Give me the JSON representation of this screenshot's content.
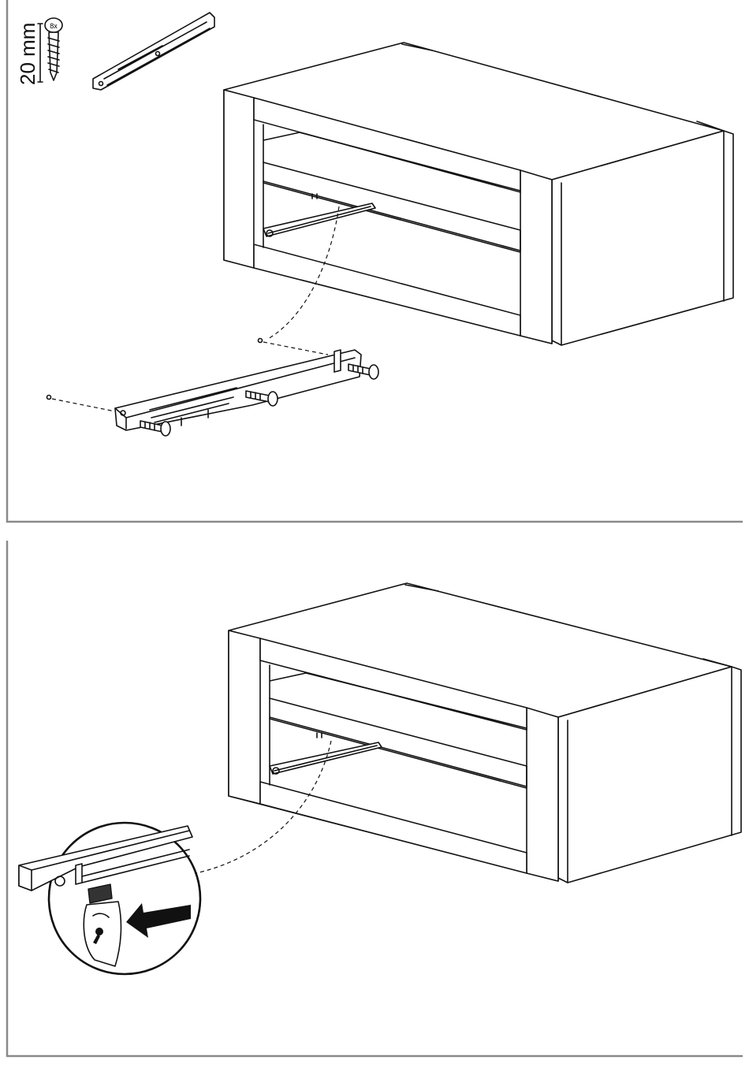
{
  "screw_spec": {
    "length_label": "20 mm",
    "quantity": "8x"
  },
  "steps": [
    {
      "id": "attach-slide",
      "parts": [
        "drawer-slide",
        "screw",
        "screw",
        "screw"
      ]
    },
    {
      "id": "release-slide",
      "parts": [
        "drawer-slide-detail",
        "release-lever",
        "push-arrow"
      ]
    }
  ],
  "colors": {
    "line": "#111111",
    "frame": "#8a8a8a",
    "background": "#ffffff"
  }
}
